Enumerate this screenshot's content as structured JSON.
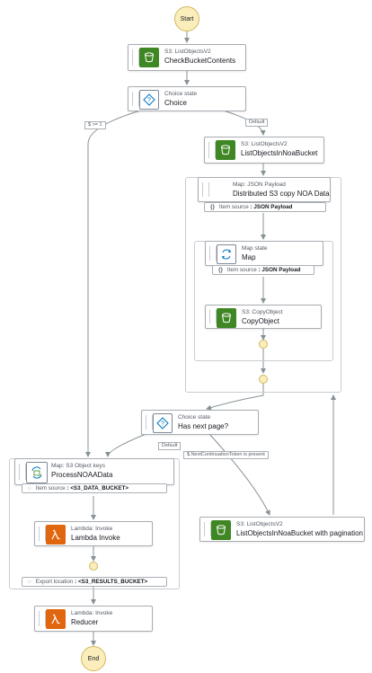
{
  "start_label": "Start",
  "end_label": "End",
  "nodes": {
    "check_bucket": {
      "type": "S3: ListObjectsV2",
      "name": "CheckBucketContents",
      "icon": "s3-bucket-icon"
    },
    "choice": {
      "type": "Choice state",
      "name": "Choice",
      "icon": "choice-icon"
    },
    "list_noa": {
      "type": "S3: ListObjectsV2",
      "name": "ListObjectsInNoaBucket",
      "icon": "s3-bucket-icon"
    },
    "map_json": {
      "type": "Map: JSON Payload",
      "name": "Distributed S3 copy NOA Data"
    },
    "map_state": {
      "type": "Map state",
      "name": "Map",
      "icon": "map-icon"
    },
    "copy_object": {
      "type": "S3: CopyObject",
      "name": "CopyObject",
      "icon": "s3-bucket-icon"
    },
    "has_next": {
      "type": "Choice state",
      "name": "Has next page?",
      "icon": "choice-icon"
    },
    "list_noa_page": {
      "type": "S3: ListObjectsV2",
      "name": "ListObjectsInNoaBucket with pagination",
      "icon": "s3-bucket-icon"
    },
    "process_noaa": {
      "type": "Map: S3 Object keys",
      "name": "ProcessNOAAData",
      "icon": "s3-map-icon"
    },
    "lambda_invoke": {
      "type": "Lambda: Invoke",
      "name": "Lambda Invoke",
      "icon": "lambda-icon"
    },
    "reducer": {
      "type": "Lambda: Invoke",
      "name": "Reducer",
      "icon": "lambda-icon"
    }
  },
  "pills": {
    "json_source": {
      "icon": "{}",
      "label": "Item source",
      "value": ": JSON Payload"
    },
    "map_source": {
      "icon": "{}",
      "label": "Item source",
      "value": ": JSON Payload"
    },
    "s3_source": {
      "icon": "◌",
      "label": "Item source",
      "value": ": <S3_DATA_BUCKET>"
    },
    "export": {
      "icon": "◌",
      "label": "Export location",
      "value": ": <S3_RESULTS_BUCKET>"
    }
  },
  "edge_labels": {
    "choice_true": "$ >= 1",
    "choice_default": "Default",
    "has_next_default": "Default",
    "has_next_token": "$.NextContinuationToken is present"
  },
  "colors": {
    "s3": "#3f8624",
    "lambda": "#e0670f",
    "terminal": "#fbeebc",
    "edge": "#879196"
  }
}
